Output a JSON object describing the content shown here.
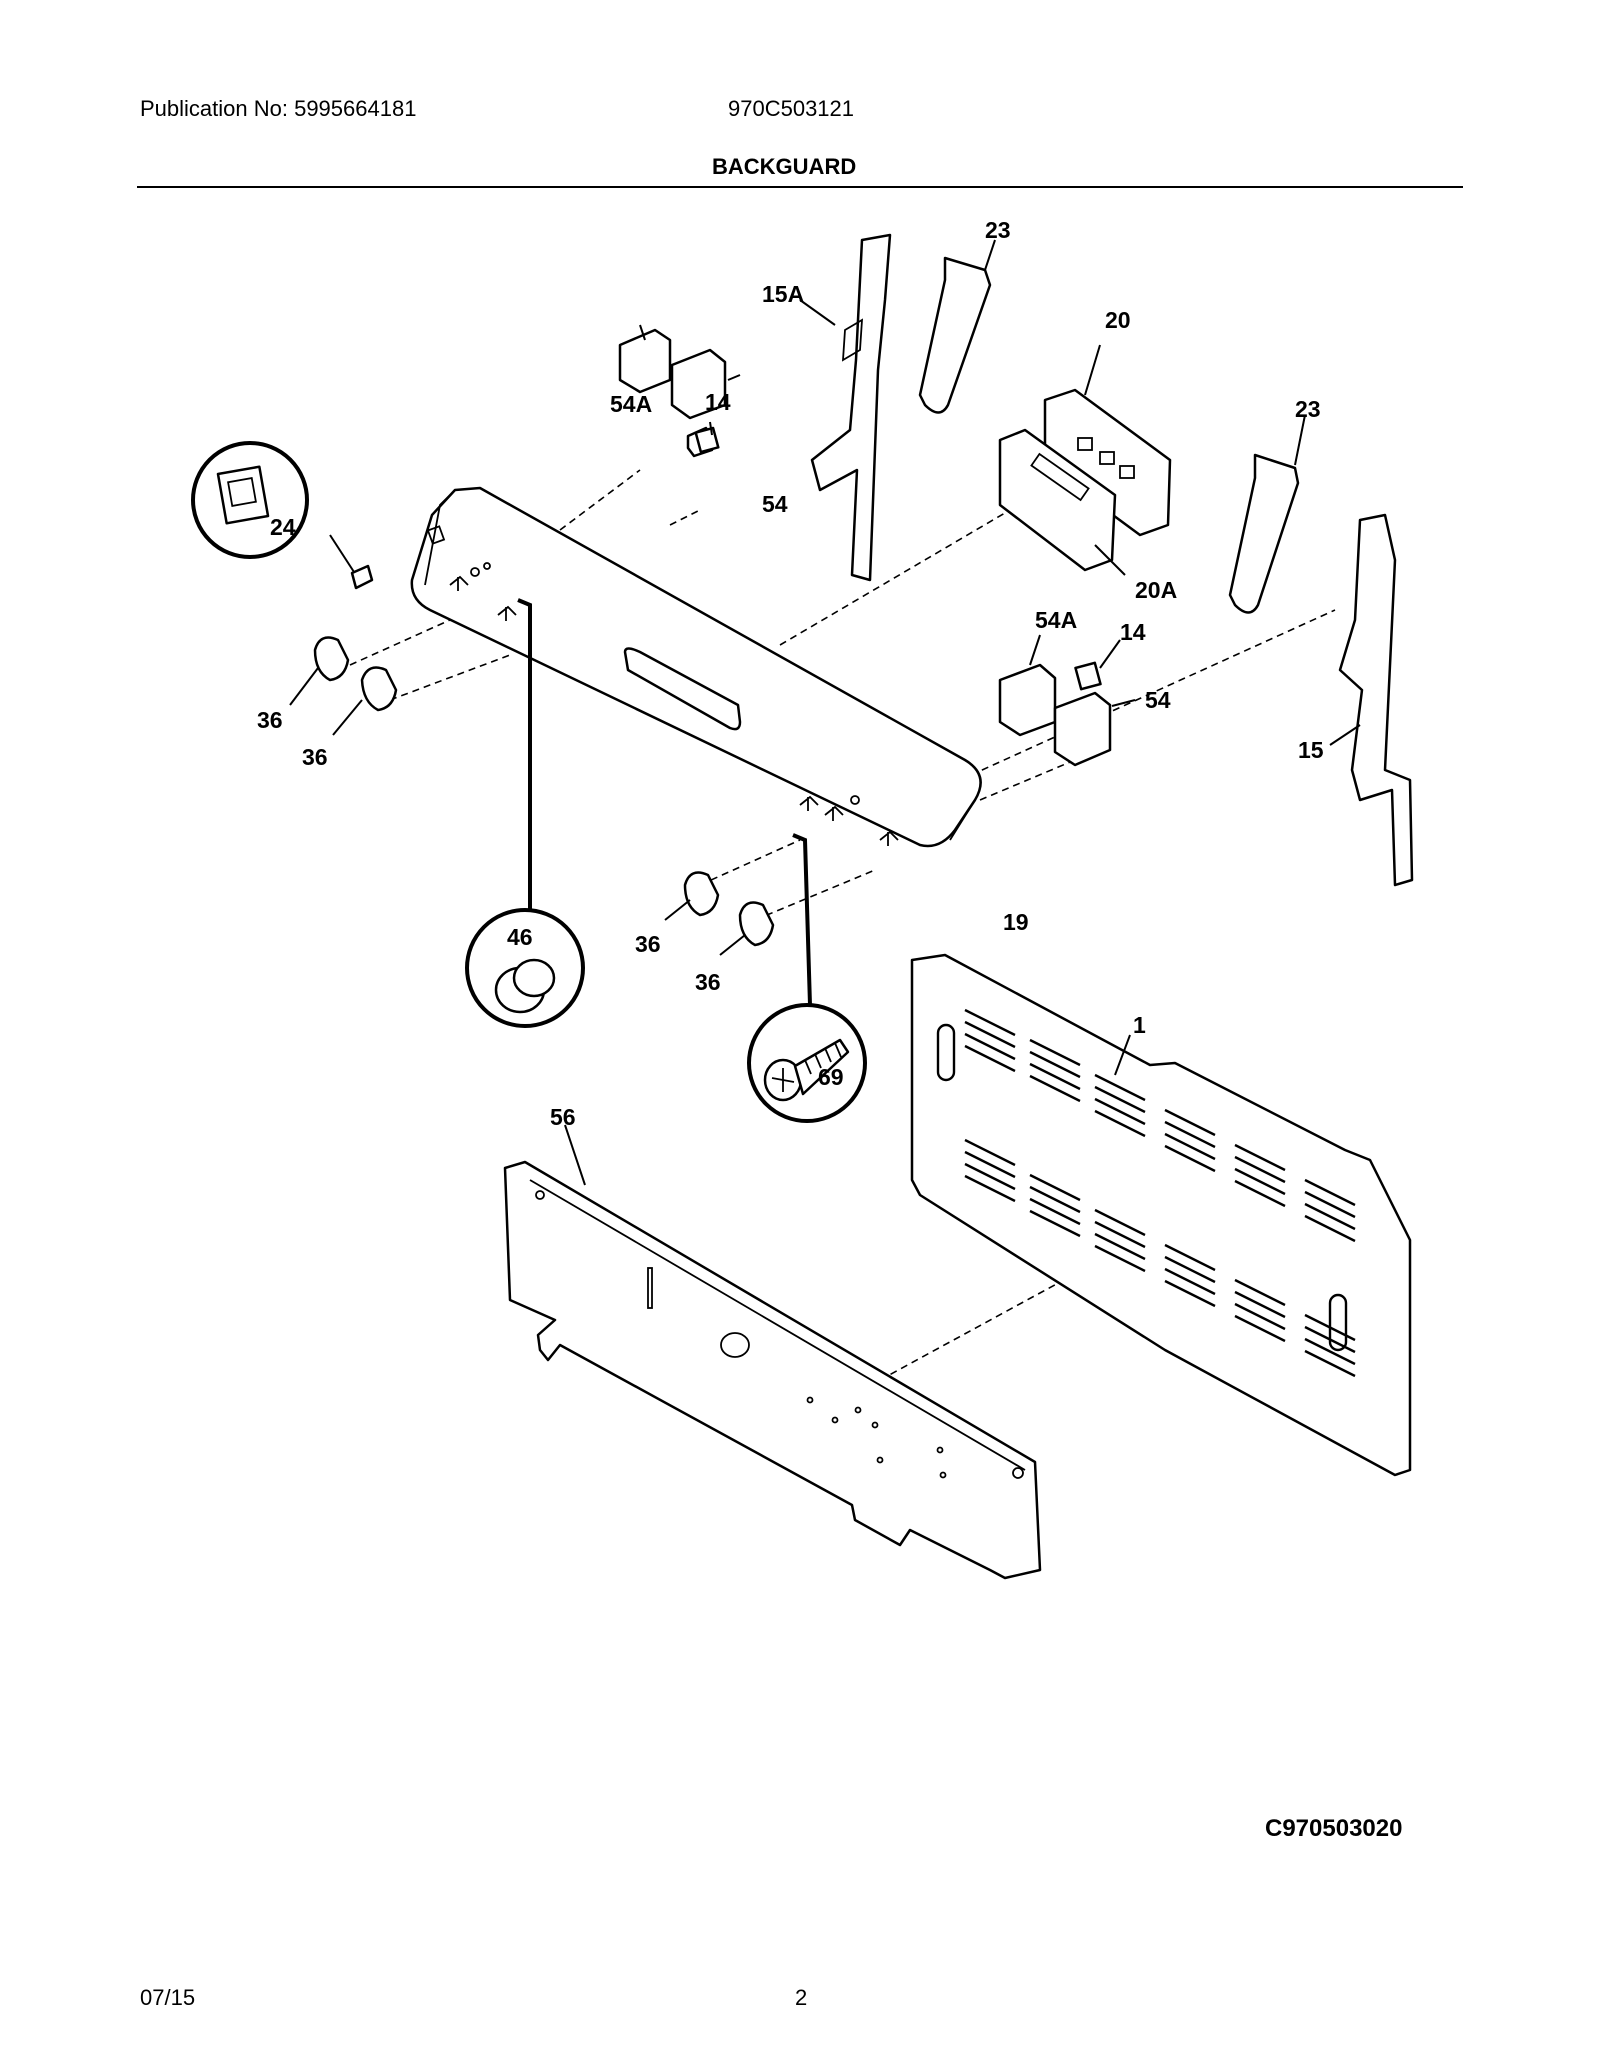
{
  "header": {
    "publication": "Publication No: 5995664181",
    "model": "970C503121",
    "title": "BACKGUARD"
  },
  "diagram": {
    "callouts": [
      "23",
      "15A",
      "20",
      "54A",
      "14",
      "23",
      "24",
      "54",
      "20A",
      "54A",
      "14",
      "54",
      "15",
      "36",
      "36",
      "46",
      "36",
      "36",
      "19",
      "69",
      "1",
      "56"
    ],
    "code": "C970503020"
  },
  "footer": {
    "date": "07/15",
    "page": "2"
  }
}
